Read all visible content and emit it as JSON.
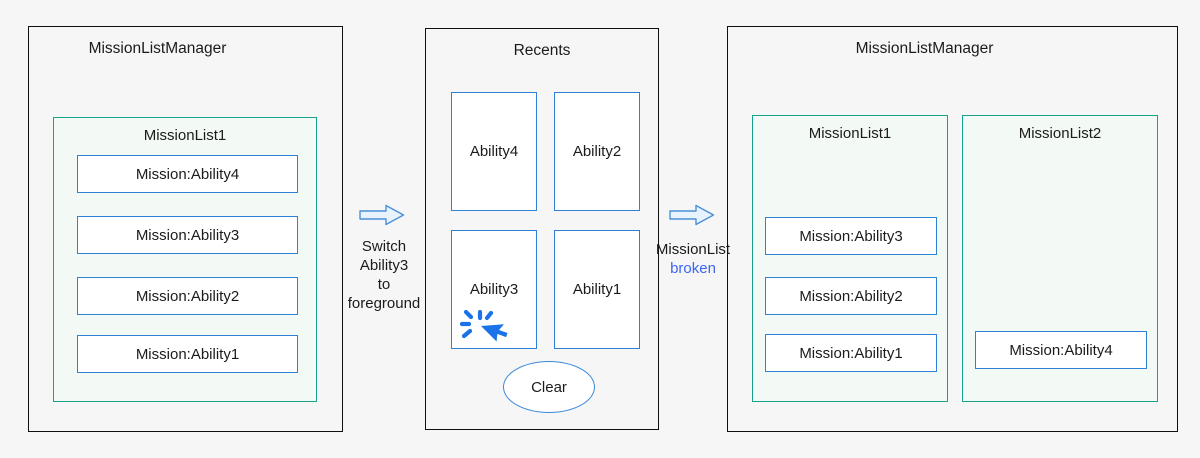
{
  "colors": {
    "page_bg": "#f6f6f6",
    "panel_border": "#101010",
    "teal": "#17a38b",
    "list_bg": "#f3faf5",
    "blue": "#2e82d6",
    "btn_blue": "#3b8ad8",
    "broken_blue": "#3d66f0",
    "cursor_blue": "#1a73e8",
    "arrow_fill": "#e9f3fd",
    "arrow_stroke": "#4a90d9",
    "text": "#1b1b1b"
  },
  "panels": {
    "left": {
      "title": "MissionListManager",
      "list": {
        "title": "MissionList1",
        "missions": [
          "Mission:Ability4",
          "Mission:Ability3",
          "Mission:Ability2",
          "Mission:Ability1"
        ]
      }
    },
    "recents": {
      "title": "Recents",
      "cards": [
        "Ability4",
        "Ability2",
        "Ability3",
        "Ability1"
      ],
      "clear_label": "Clear"
    },
    "right": {
      "title": "MissionListManager",
      "lists": [
        {
          "title": "MissionList1",
          "missions": [
            "Mission:Ability3",
            "Mission:Ability2",
            "Mission:Ability1"
          ]
        },
        {
          "title": "MissionList2",
          "missions": [
            "Mission:Ability4"
          ]
        }
      ]
    }
  },
  "transitions": {
    "first": {
      "lines": [
        "Switch",
        "Ability3",
        "to",
        "foreground"
      ]
    },
    "second": {
      "line1": "MissionList",
      "line2": "broken"
    }
  }
}
